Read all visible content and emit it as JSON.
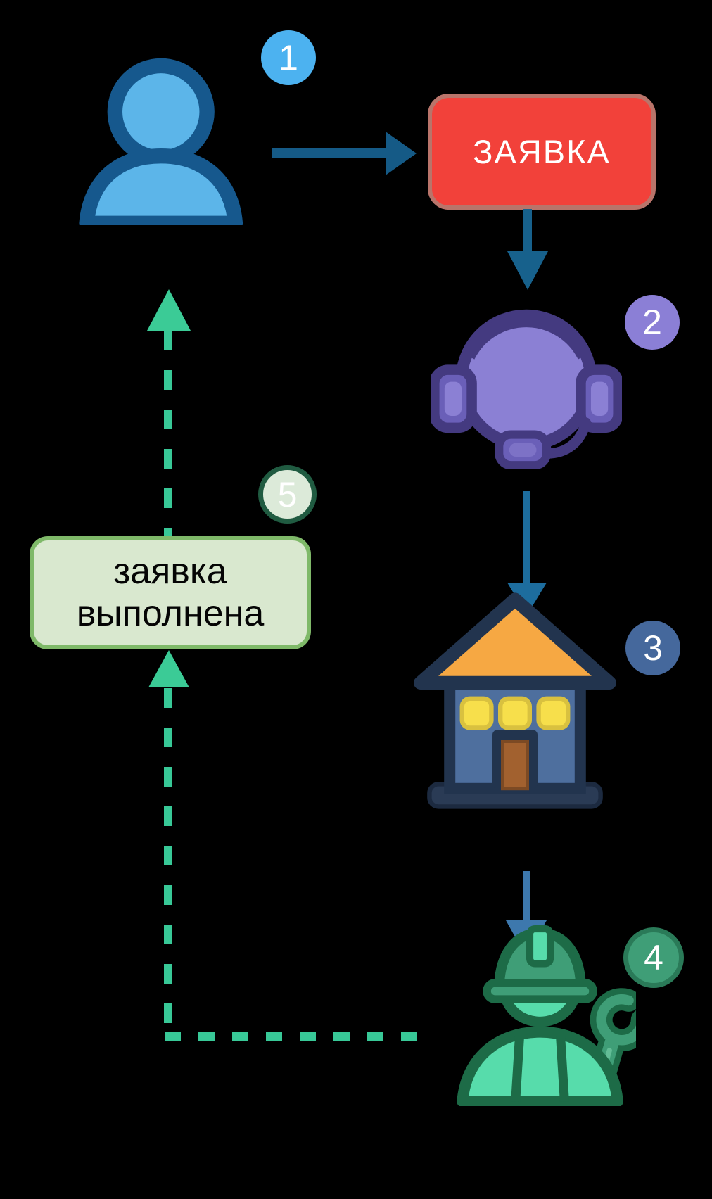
{
  "page": {
    "type": "process-flow-diagram",
    "background": "#000000"
  },
  "steps": [
    {
      "number": "1",
      "actor": "user",
      "badge_color": "#4cb2f0"
    },
    {
      "number": "2",
      "actor": "dispatcher-headset",
      "badge_color": "#8b7fd6"
    },
    {
      "number": "3",
      "actor": "building",
      "badge_color": "#45689c"
    },
    {
      "number": "4",
      "actor": "repair-worker",
      "badge_color": "#3f9e77"
    },
    {
      "number": "5",
      "actor": "request-completed",
      "badge_color": "#dcead9"
    }
  ],
  "boxes": {
    "request": {
      "label": "ЗАЯВКА",
      "fill": "#f2413a",
      "border": "#b9746a",
      "text_color": "#ffffff"
    },
    "done": {
      "label": "заявка выполнена",
      "fill": "#d9e8cf",
      "border": "#7fb969",
      "text_color": "#000000"
    }
  },
  "icons": {
    "step1": "user-icon",
    "step2": "headset-icon",
    "step3": "house-icon",
    "step4": "worker-wrench-icon"
  },
  "arrows": {
    "solid_dark": "#155a86",
    "solid_medium": "#1d6d9e",
    "solid_light": "#3d78ad",
    "dashed_green": "#38c897"
  }
}
